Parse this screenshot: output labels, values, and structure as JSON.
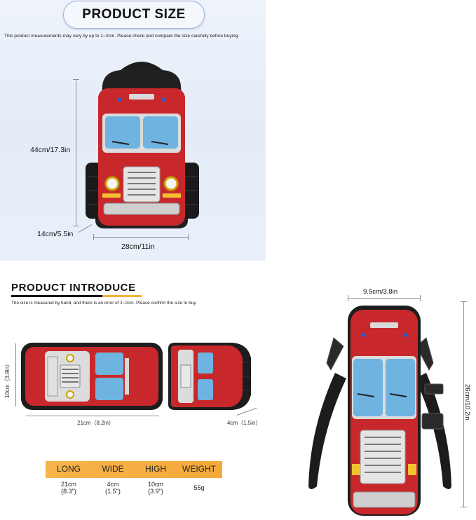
{
  "size_panel": {
    "title": "PRODUCT SIZE",
    "note": "This product measurements may vary by up to 1~2cm. Please check and compare the size carefully before buying.",
    "height_label": "44cm/17.3in",
    "depth_label": "14cm/5.5in",
    "width_label": "28cm/11in"
  },
  "introduce_panel": {
    "title": "PRODUCT INTRODUCE",
    "note": "The size is measured by hand, and there is an error of 1~2cm. Please confirm the size to buy.",
    "height_label": "10cm（3.9in）",
    "length_label": "21cm（8.2in）",
    "depth_label": "4cm（1.5in）"
  },
  "spec_table": {
    "headers": [
      "LONG",
      "WIDE",
      "HIGH",
      "WEIGHT"
    ],
    "values": [
      {
        "line1": "21cm",
        "line2": "(8.3\")"
      },
      {
        "line1": "4cm",
        "line2": "(1.5\")"
      },
      {
        "line1": "10cm",
        "line2": "(3.9\")"
      },
      {
        "line1": "55g",
        "line2": ""
      }
    ]
  },
  "bottle_panel": {
    "width_label": "9.5cm/3.8in",
    "height_label": "26cm/10.2in"
  },
  "colors": {
    "truck_red": "#c8282b",
    "window_blue": "#6fb3e0",
    "accent_orange": "#f4a93a",
    "strap_black": "#1c1c1c"
  }
}
